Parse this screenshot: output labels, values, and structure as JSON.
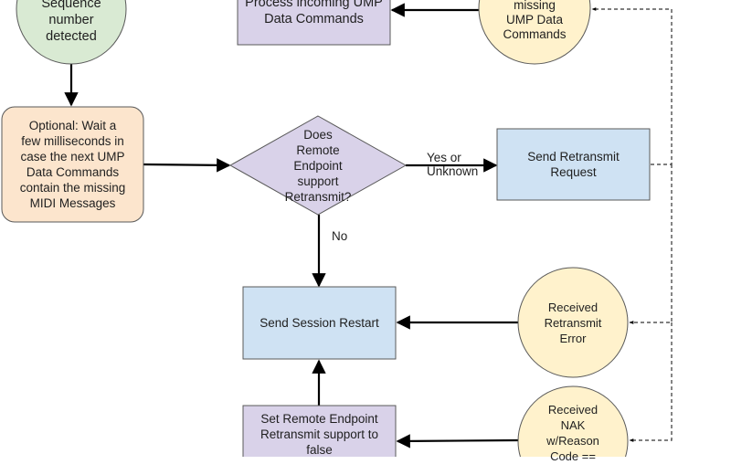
{
  "diagram": {
    "colors": {
      "green_fill": "#d9ead3",
      "yellow_fill": "#fff2cc",
      "purple_fill": "#d9d2e9",
      "blue_fill": "#cfe2f3",
      "orange_fill": "#fce5cd",
      "stroke": "#595959",
      "line": "#000000"
    },
    "nodes": {
      "gap_detected": {
        "shape": "circle",
        "text": "Sequence\nnumber\ndetected"
      },
      "process_incoming": {
        "shape": "rectangle",
        "text": "Process incoming UMP\nData Commands"
      },
      "received_missing": {
        "shape": "circle",
        "text": "missing\nUMP Data\nCommands"
      },
      "optional_wait": {
        "shape": "rounded-rectangle",
        "text": "Optional: Wait a\nfew milliseconds in\ncase the next UMP\nData Commands\ncontain the missing\nMIDI Messages"
      },
      "supports_retransmit": {
        "shape": "diamond",
        "text": "Does\nRemote\nEndpoint\nsupport\nRetransmit?"
      },
      "send_retransmit_request": {
        "shape": "rectangle",
        "text": "Send Retransmit\nRequest"
      },
      "send_session_restart": {
        "shape": "rectangle",
        "text": "Send Session Restart"
      },
      "received_retransmit_error": {
        "shape": "circle",
        "text": "Received\nRetransmit\nError"
      },
      "set_remote_false": {
        "shape": "rectangle",
        "text": "Set Remote Endpoint\nRetransmit support to\nfalse"
      },
      "received_nak": {
        "shape": "circle",
        "text": "Received\nNAK\nw/Reason\nCode =="
      }
    },
    "edges": [
      {
        "from": "gap_detected",
        "to": "optional_wait",
        "style": "solid",
        "label": ""
      },
      {
        "from": "optional_wait",
        "to": "supports_retransmit",
        "style": "solid",
        "label": ""
      },
      {
        "from": "supports_retransmit",
        "to": "send_retransmit_request",
        "style": "solid",
        "label": "Yes or\nUnknown"
      },
      {
        "from": "supports_retransmit",
        "to": "send_session_restart",
        "style": "solid",
        "label": "No"
      },
      {
        "from": "received_missing",
        "to": "process_incoming",
        "style": "solid",
        "label": ""
      },
      {
        "from": "received_retransmit_error",
        "to": "send_session_restart",
        "style": "solid",
        "label": ""
      },
      {
        "from": "received_nak",
        "to": "set_remote_false",
        "style": "solid",
        "label": ""
      },
      {
        "from": "set_remote_false",
        "to": "send_session_restart",
        "style": "solid",
        "label": ""
      },
      {
        "from": "send_retransmit_request",
        "to": "received_missing",
        "style": "dashed",
        "label": ""
      },
      {
        "from": "send_retransmit_request",
        "to": "received_retransmit_error",
        "style": "dashed",
        "label": ""
      },
      {
        "from": "send_retransmit_request",
        "to": "received_nak",
        "style": "dashed",
        "label": ""
      }
    ],
    "edge_labels": {
      "yes_or_unknown": "Yes or\nUnknown",
      "no": "No"
    }
  }
}
